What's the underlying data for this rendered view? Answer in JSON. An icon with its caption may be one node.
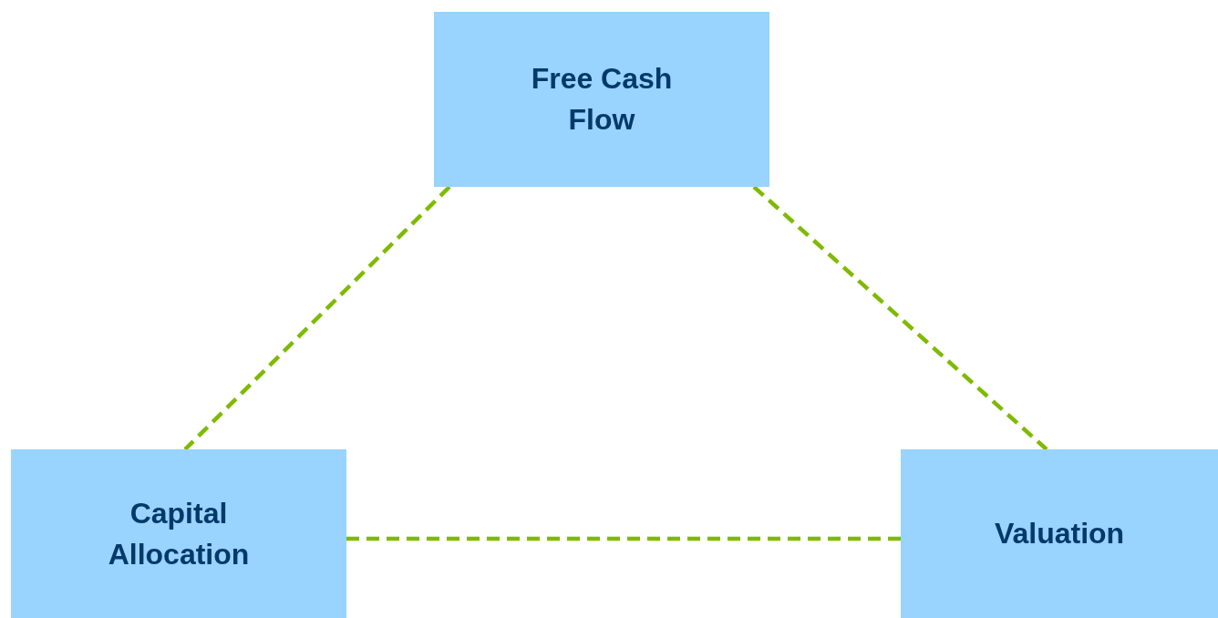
{
  "diagram": {
    "nodes": [
      {
        "text": [
          "Free Cash Flow"
        ]
      },
      {
        "text": [
          "Capital Allocation"
        ]
      },
      {
        "text": [
          "Valuation"
        ]
      }
    ],
    "edges": [
      {
        "from": 0,
        "to": 1,
        "arrow": "none",
        "style": "dashed"
      },
      {
        "from": 0,
        "to": 2,
        "arrow": "none",
        "style": "dashed"
      },
      {
        "from": 1,
        "to": 2,
        "arrow": "none",
        "style": "dashed"
      }
    ]
  }
}
